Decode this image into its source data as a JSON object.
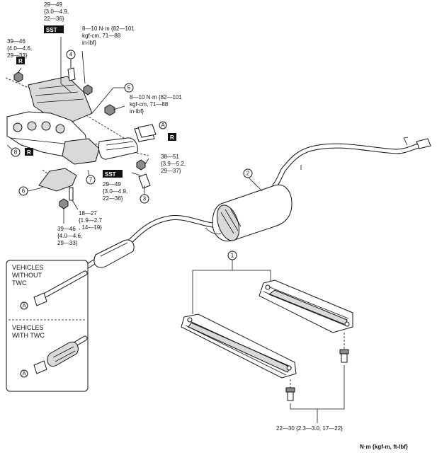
{
  "callouts": [
    "1",
    "2",
    "3",
    "4",
    "5",
    "6",
    "7",
    "8"
  ],
  "torques": {
    "t1": [
      "29—49",
      "{3.0—4.9,",
      "22—36}"
    ],
    "t2": [
      "8—10 N·m {82—101",
      "kgf-cm, 71—88",
      "in·lbf}"
    ],
    "t3": [
      "39—46",
      "{4.0—4.6,",
      "29—33}"
    ],
    "t4": [
      "8—10 N·m {82—101",
      "kgf-cm, 71—88",
      "in·lbf}"
    ],
    "t5": [
      "38—51",
      "{3.9—5.2,",
      "29—37}"
    ],
    "t6": [
      "29—49",
      "{3.0—4.9,",
      "22—36}"
    ],
    "t7": [
      "18—27",
      "{1.9—2.7",
      ", 14—19}"
    ],
    "t8": [
      "39—46",
      "{4.0—4.6,",
      "29—33}"
    ],
    "t9": "22—30 {2.3—3.0, 17—22}"
  },
  "tags": {
    "sst": "SST",
    "replace": "R",
    "ref_a": "A"
  },
  "inset": {
    "without_twc": [
      "VEHICLES",
      "WITHOUT",
      "TWC"
    ],
    "with_twc": [
      "VEHICLES",
      "WITH TWC"
    ]
  },
  "unit_note": "N·m {kgf-m, ft-lbf}"
}
